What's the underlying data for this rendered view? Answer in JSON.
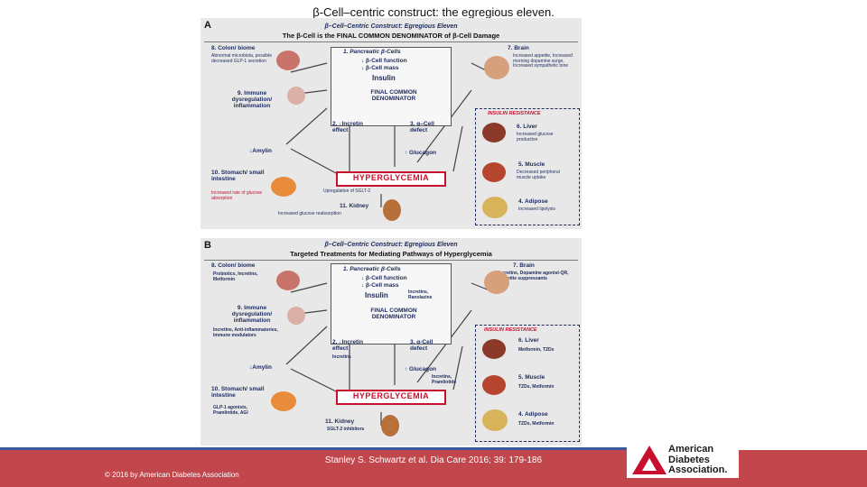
{
  "slide_title": "β-Cell–centric construct: the egregious eleven.",
  "panel_a": {
    "label": "A",
    "subtitle": "β–Cell–Centric Construct: Egregious Eleven",
    "heading": "The β-Cell is the FINAL COMMON DENOMINATOR of β-Cell Damage",
    "colon": {
      "title": "8. Colon/ biome",
      "note": "Abnormal microbiota, possible decreased GLP-1 secretion"
    },
    "immune": {
      "title": "9. Immune dysregulation/ inflammation"
    },
    "amylin": "↓Amylin",
    "stomach": {
      "title": "10. Stomach/ small intestine",
      "note": "Increased rate of glucose absorption"
    },
    "pancreas": {
      "title": "1. Pancreatic β-Cells",
      "line1": "↓ β-Cell function",
      "line2": "↓ β-Cell mass",
      "insulin": "Insulin",
      "final": "FINAL COMMON DENOMINATOR"
    },
    "incretin": {
      "title": "2. ↓Incretin effect"
    },
    "alpha": {
      "title": "3. α–Cell defect"
    },
    "glucagon": "↑ Glucagon",
    "hyperglycemia": "HYPERGLYCEMIA",
    "sglt": "Upregulation of SGLT-2",
    "kidney": {
      "title": "11. Kidney",
      "note": "Increased glucose reabsorption"
    },
    "brain": {
      "title": "7. Brain",
      "note": "Increased appetite, Increased morning dopamine surge, Increased sympathetic tone"
    },
    "insulin_resistance": "INSULIN RESISTANCE",
    "liver": {
      "title": "6. Liver",
      "note": "Increased glucose production"
    },
    "muscle": {
      "title": "5. Muscle",
      "note": "Decreased peripheral muscle uptake"
    },
    "adipose": {
      "title": "4. Adipose",
      "note": "Increased lipolysis"
    }
  },
  "panel_b": {
    "label": "B",
    "subtitle": "β–Cell–Centric Construct: Egregious Eleven",
    "heading": "Targeted Treatments for Mediating Pathways of Hyperglycemia",
    "colon": {
      "title": "8. Colon/ biome",
      "note": "Probiotics, Incretins, Metformin"
    },
    "immune": {
      "title": "9. Immune dysregulation/ inflammation",
      "note": "Incretins, Anti-inflammatories, Immune modulators"
    },
    "amylin": "↓Amylin",
    "stomach": {
      "title": "10. Stomach/ small intestine",
      "note": "GLP-1 agonists, Pramlintide, AGI"
    },
    "pancreas": {
      "title": "1. Pancreatic β-Cells",
      "line1": "↓ β-Cell function",
      "line2": "↓ β-Cell mass",
      "insulin": "Insulin",
      "final": "FINAL COMMON DENOMINATOR",
      "treat": "Incretins, Ranolazine"
    },
    "incretin": {
      "title": "2. ↓Incretin effect",
      "note": "Incretins"
    },
    "alpha": {
      "title": "3. α-Cell defect"
    },
    "glucagon": "↑ Glucagon",
    "glucagon_note": "Incretins, Pramlintide",
    "hyperglycemia": "HYPERGLYCEMIA",
    "kidney": {
      "title": "11. Kidney",
      "note": "SGLT-2 inhibitors"
    },
    "brain": {
      "title": "7. Brain",
      "note": "Incretins, Dopamine agonist-QR, Appetite suppressants"
    },
    "insulin_resistance": "INSULIN RESISTANCE",
    "liver": {
      "title": "6. Liver",
      "note": "Metformin, TZDs"
    },
    "muscle": {
      "title": "5. Muscle",
      "note": "TZDs, Metformin"
    },
    "adipose": {
      "title": "4. Adipose",
      "note": "TZDs, Metformin"
    }
  },
  "citation": "Stanley S. Schwartz et al. Dia Care 2016; 39: 179-186",
  "copyright": "© 2016 by American Diabetes Association",
  "logo": {
    "line1": "American",
    "line2": "Diabetes",
    "line3": "Association."
  },
  "colors": {
    "footer": "#c1474c",
    "hyperglycemia": "#c8102e",
    "navy": "#1d2a5c",
    "logo_red": "#c8102e"
  }
}
